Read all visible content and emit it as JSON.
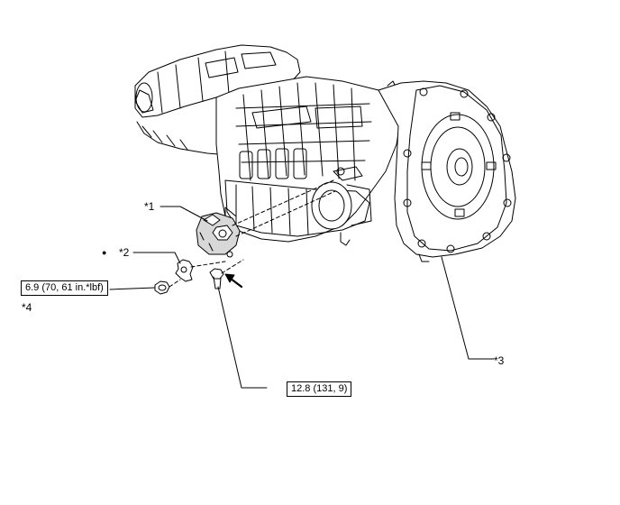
{
  "callouts": {
    "c1": "*1",
    "c2": "*2",
    "c3": "*3",
    "c4": "*4"
  },
  "bullet": "●",
  "torque": {
    "nut": "6.9 (70, 61 in.*lbf)",
    "bolt": "12.8 (131, 9)"
  },
  "colors": {
    "line": "#000000",
    "fill": "#ffffff",
    "shade": "#d8d8d8"
  }
}
